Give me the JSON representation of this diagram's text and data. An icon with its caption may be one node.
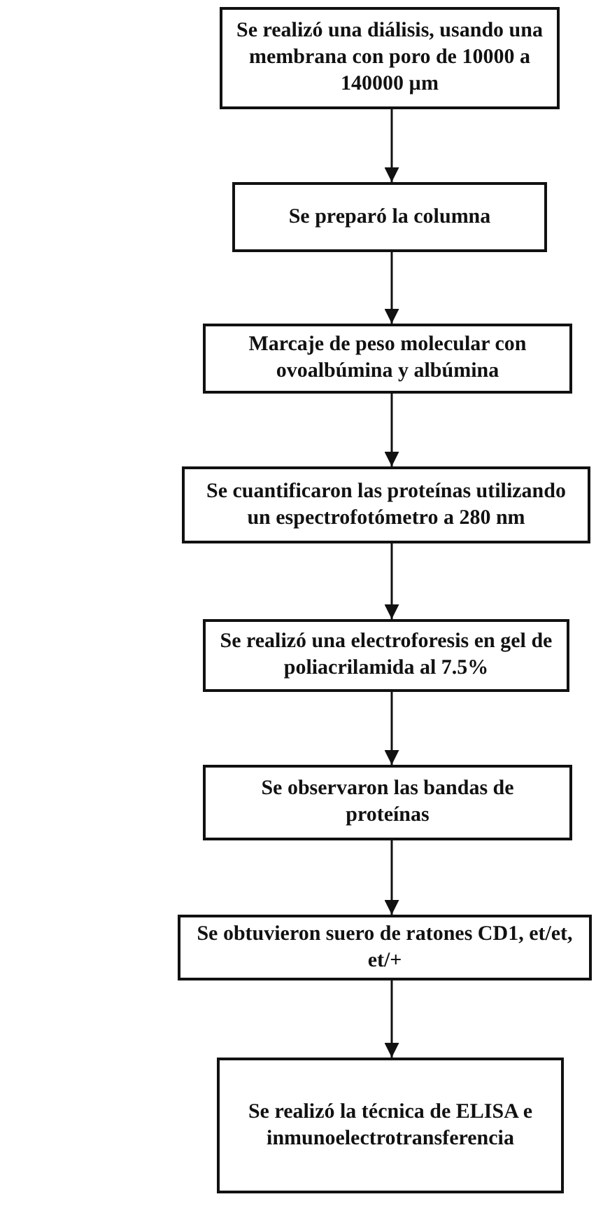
{
  "diagram": {
    "nodes": [
      {
        "text": [
          "Se realizó una diálisis, usando una membrana con poro de 10000 a 140000 µm"
        ]
      },
      {
        "text": [
          "Se preparó la columna"
        ]
      },
      {
        "text": [
          "Marcaje de peso molecular con ovoalbúmina y albúmina"
        ]
      },
      {
        "text": [
          "Se cuantificaron las proteínas utilizando un espectrofotómetro a 280 nm"
        ]
      },
      {
        "text": [
          "Se realizó una electroforesis en gel de poliacrilamida al 7.5%"
        ]
      },
      {
        "text": [
          "Se observaron las bandas de proteínas"
        ]
      },
      {
        "text": [
          "Se obtuvieron suero de ratones CD1, et/et, et/+"
        ]
      },
      {
        "text": [
          "Se realizó la técnica de ELISA e inmunoelectrotransferencia"
        ]
      }
    ],
    "edges": [
      {
        "from": 0,
        "to": 1,
        "arrow": "to"
      },
      {
        "from": 1,
        "to": 2,
        "arrow": "to"
      },
      {
        "from": 2,
        "to": 3,
        "arrow": "to"
      },
      {
        "from": 3,
        "to": 4,
        "arrow": "to"
      },
      {
        "from": 4,
        "to": 5,
        "arrow": "to"
      },
      {
        "from": 5,
        "to": 6,
        "arrow": "to"
      },
      {
        "from": 6,
        "to": 7,
        "arrow": "to"
      }
    ]
  }
}
